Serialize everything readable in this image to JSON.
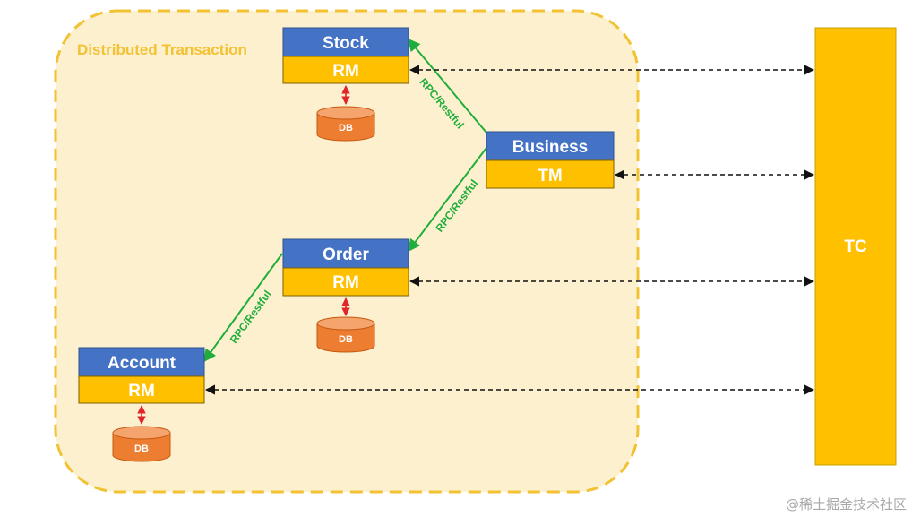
{
  "colors": {
    "region_fill": "#fdf0cf",
    "region_border": "#f2c233",
    "service_blue": "#4472c4",
    "service_yellow": "#ffc000",
    "db_orange": "#ed7d31",
    "db_top": "#f4a46c",
    "rpc_green": "#1fae3b",
    "db_link_red": "#e0262b",
    "dashed_link": "#111111"
  },
  "region": {
    "title": "Distributed Transaction"
  },
  "services": {
    "stock": {
      "name": "Stock",
      "role": "RM",
      "db": "DB"
    },
    "business": {
      "name": "Business",
      "role": "TM"
    },
    "order": {
      "name": "Order",
      "role": "RM",
      "db": "DB"
    },
    "account": {
      "name": "Account",
      "role": "RM",
      "db": "DB"
    }
  },
  "rpc_links": {
    "business_to_stock": "RPC/Restful",
    "business_to_order": "RPC/Restful",
    "order_to_account": "RPC/Restful"
  },
  "coordinator": {
    "name": "TC"
  },
  "watermark": "@稀土掘金技术社区"
}
